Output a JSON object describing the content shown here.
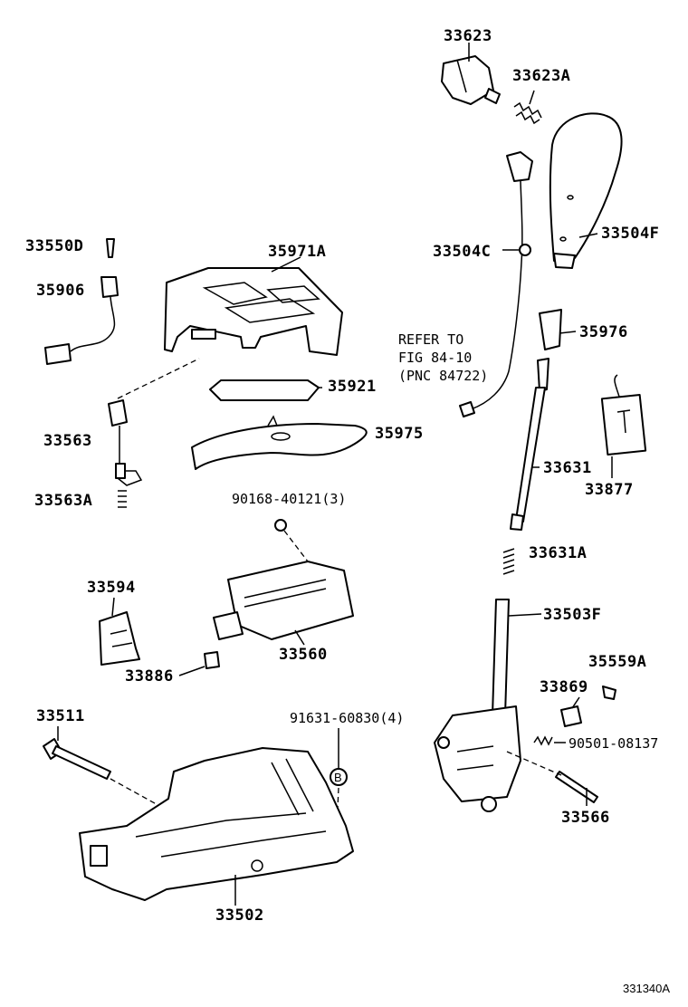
{
  "labels": {
    "p33623": "33623",
    "p33623A": "33623A",
    "p33504F": "33504F",
    "p33504C": "33504C",
    "p33550D": "33550D",
    "p35971A": "35971A",
    "p35906": "35906",
    "p35976": "35976",
    "p35921": "35921",
    "p33563": "33563",
    "p35975": "35975",
    "p33631": "33631",
    "p33877": "33877",
    "p33563A": "33563A",
    "p90168": "90168-40121(3)",
    "p33631A": "33631A",
    "p33594": "33594",
    "p33503F": "33503F",
    "p35559A": "35559A",
    "p33560": "33560",
    "p33886": "33886",
    "p33869": "33869",
    "p33511": "33511",
    "p91631": "91631-60830(4)",
    "p90501": "90501-08137",
    "p33566": "33566",
    "p33502": "33502",
    "circleB": "B"
  },
  "refer": {
    "line1": "REFER TO",
    "line2": "FIG 84-10",
    "line3": "(PNC 84722)"
  },
  "figure_id": "331340A",
  "icons": [
    "shift-knob-icon",
    "cover-icon",
    "bracket-icon",
    "spring-icon",
    "bolt-icon",
    "cable-icon",
    "tag-icon"
  ]
}
